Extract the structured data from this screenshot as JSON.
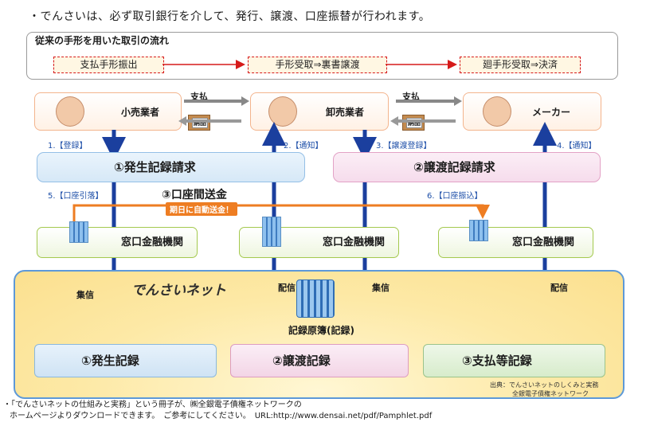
{
  "top_note": "・でんさいは、必ず取引銀行を介して、発行、譲渡、口座振替が行われます。",
  "flow": {
    "title": "従来の手形を用いた取引の流れ",
    "steps": [
      "支払手形振出",
      "手形受取⇒裏書譲渡",
      "廻手形受取⇒決済"
    ]
  },
  "parties": [
    "小売業者",
    "卸売業者",
    "メーカー"
  ],
  "goods": {
    "pay_label": "支払",
    "box_label": "納品"
  },
  "steps": {
    "s1": "1.【登録】",
    "s2": "2.【通知】",
    "s3": "3.【譲渡登録】",
    "s4": "4.【通知】",
    "s5": "5.【口座引落】",
    "s6": "6.【口座振込】"
  },
  "requests": {
    "issue": "①発生記録請求",
    "transfer": "②譲渡記録請求"
  },
  "transfer": {
    "title": "③口座間送金",
    "auto_label": "期日に自動送金！"
  },
  "banks": [
    "窓口金融機関",
    "窓口金融機関",
    "窓口金融機関"
  ],
  "network": {
    "title": "でんさいネット",
    "send": "集信",
    "deliver": "配信",
    "ledger": "記録原簿(記録)"
  },
  "records": [
    "①発生記録",
    "②譲渡記録",
    "③支払等記録"
  ],
  "source": {
    "line1": "出典：でんさいネットのしくみと実務",
    "line2": "全銀電子債権ネットワーク"
  },
  "footer": {
    "line1": "・「でんさいネットの仕組みと実務」という冊子が、㈱全銀電子債権ネットワークの",
    "line2": "ホームページよりダウンロードできます。　ご参考にしてください。　URL:http://www.densai.net/pdf/Pamphlet.pdf"
  }
}
